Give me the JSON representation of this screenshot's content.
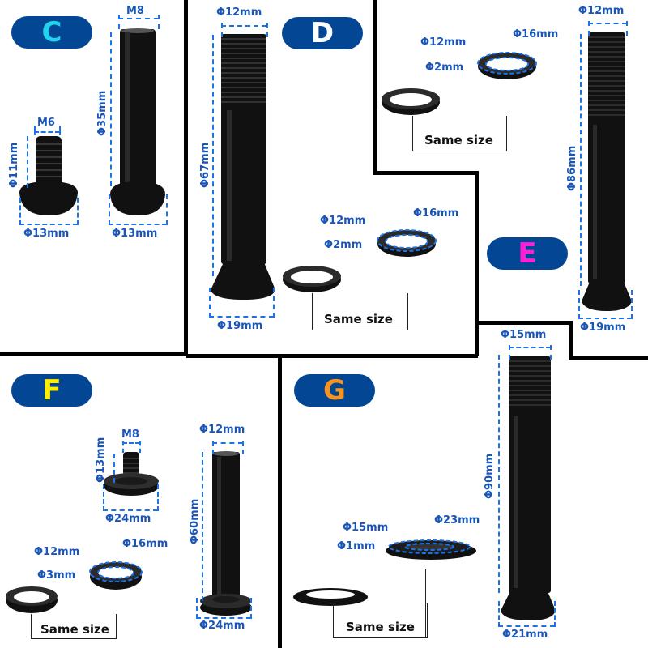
{
  "panels": {
    "C": {
      "badge": "C",
      "badge_color": "#22d3ee",
      "screw": {
        "thread": "M6",
        "length": "Φ11mm",
        "head": "Φ13mm"
      },
      "sleeve": {
        "thread": "M8",
        "length": "Φ35mm",
        "head": "Φ13mm"
      }
    },
    "D": {
      "badge": "D",
      "badge_color": "#ffffff",
      "axle": {
        "top": "Φ12mm",
        "length": "Φ67mm",
        "base": "Φ19mm"
      },
      "washer": {
        "inner": "Φ12mm",
        "outer": "Φ16mm",
        "thickness": "Φ2mm"
      },
      "same_size": "Same size"
    },
    "E": {
      "badge": "E",
      "badge_color": "#ff1fd6",
      "axle": {
        "top": "Φ12mm",
        "length": "Φ86mm",
        "base": "Φ19mm"
      },
      "washer": {
        "inner": "Φ12mm",
        "outer": "Φ16mm",
        "thickness": "Φ2mm"
      },
      "same_size": "Same size"
    },
    "F": {
      "badge": "F",
      "badge_color": "#ffee00",
      "screw": {
        "thread": "M8",
        "length": "Φ13mm",
        "head": "Φ24mm"
      },
      "sleeve": {
        "top": "Φ12mm",
        "length": "Φ60mm",
        "base": "Φ24mm"
      },
      "washer": {
        "inner": "Φ12mm",
        "outer": "Φ16mm",
        "thickness": "Φ3mm"
      },
      "same_size": "Same size"
    },
    "G": {
      "badge": "G",
      "badge_color": "#f7931e",
      "axle": {
        "top": "Φ15mm",
        "length": "Φ90mm",
        "base": "Φ21mm"
      },
      "washer": {
        "inner": "Φ15mm",
        "outer": "Φ23mm",
        "thickness": "Φ1mm"
      },
      "same_size": "Same size"
    }
  },
  "colors": {
    "badge_bg": "#034694",
    "dimension": "#1a73e8",
    "dimension_text": "#1a56b8"
  }
}
